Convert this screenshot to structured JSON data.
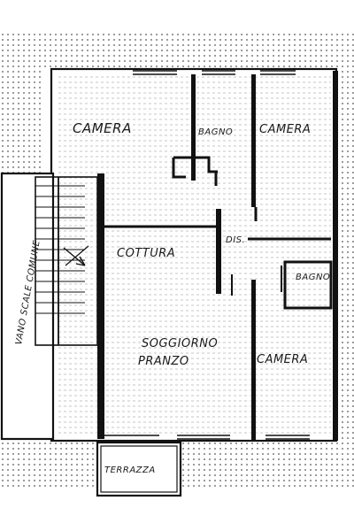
{
  "rooms": {
    "camera_top_left": "CAMERA",
    "bagno_top": "BAGNO",
    "camera_top_right": "CAMERA",
    "cottura": "COTTURA",
    "dis": "DIS.",
    "bagno_right": "BAGNO",
    "soggiorno_line1": "SOGGIORNO",
    "soggiorno_line2": "PRANZO",
    "camera_bottom_right": "CAMERA",
    "terrazza": "TERRAZZA",
    "stair_label": "VANO SCALE COMUNE"
  },
  "colors": {
    "ink": "#111111",
    "paper": "#ffffff",
    "dots": "#555555"
  }
}
